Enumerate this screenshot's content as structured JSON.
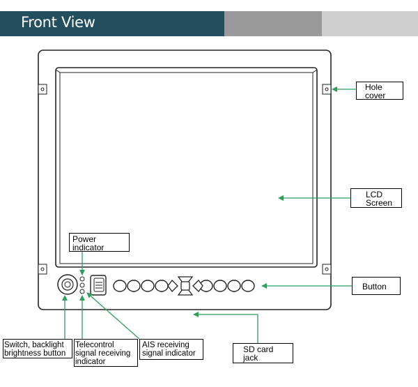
{
  "header": {
    "title": "Front View"
  },
  "labels": {
    "hole_cover": "Hole\n cover",
    "lcd_screen": "LCD\n Screen",
    "power_indicator": "Power\n indicator",
    "button": "Button",
    "switch": "Switch, backlight\nbrightness button",
    "telecontrol": "Telecontrol\nsignal receiving\nindicator",
    "ais": "AIS receiving\nsignal indicator",
    "sd_card": "SD card\njack"
  },
  "colors": {
    "header_dark": "#234e5e",
    "arrow": "#2e9e5a",
    "outline": "#222222"
  }
}
